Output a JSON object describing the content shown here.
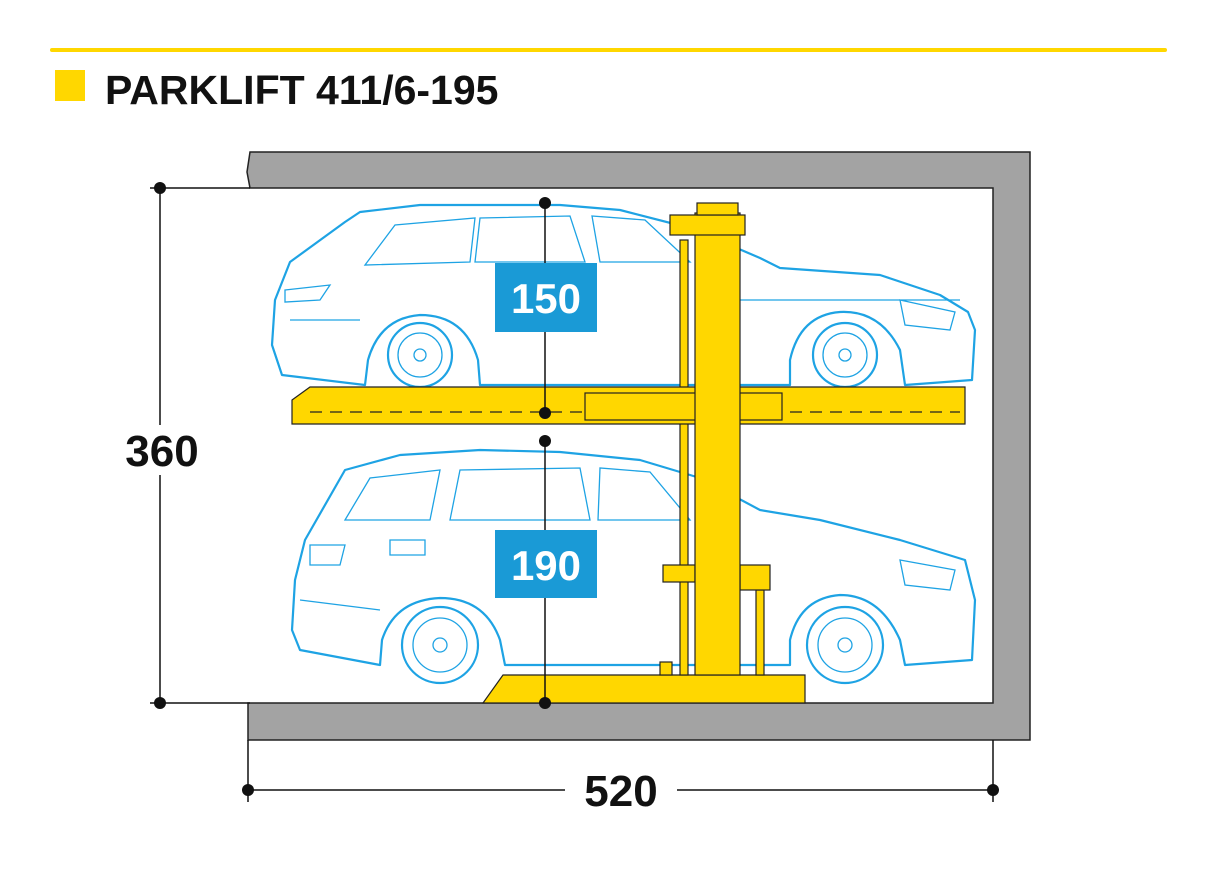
{
  "title": "PARKLIFT 411/6-195",
  "colors": {
    "accent": "#ffd700",
    "car": "#1ea3e4",
    "label_bg": "#1a9ad6",
    "wall": "#a3a3a3"
  },
  "dimensions": {
    "height": "360",
    "width": "520",
    "upper_clearance": "150",
    "lower_clearance": "190"
  }
}
